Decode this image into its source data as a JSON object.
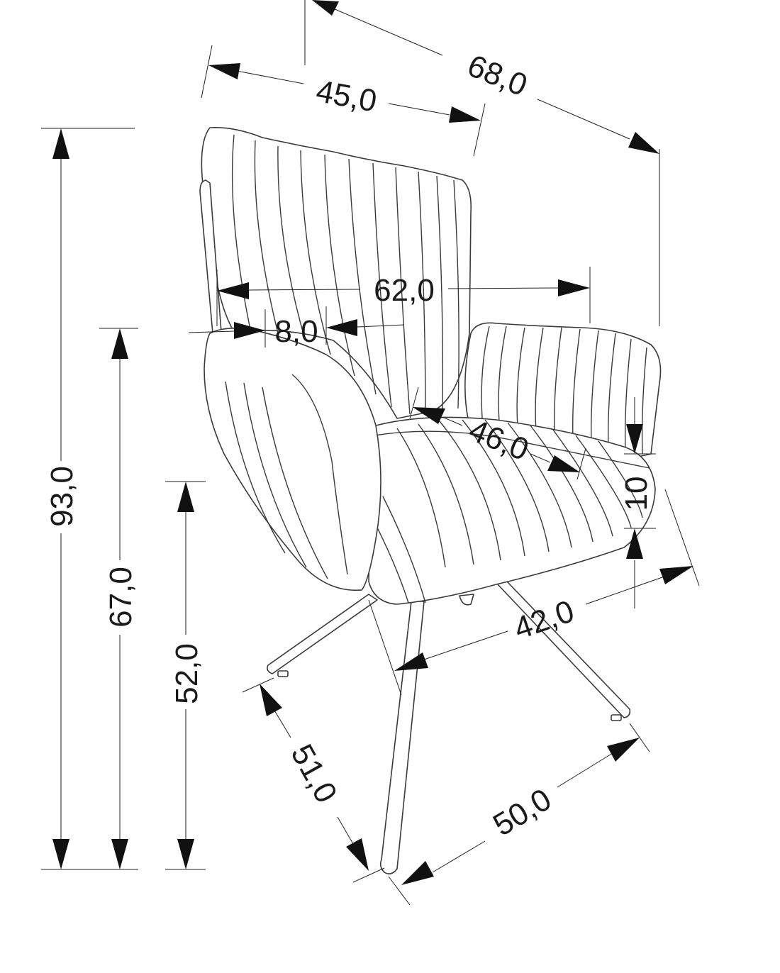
{
  "dimensions": {
    "total_height": "93,0",
    "armrest_height": "67,0",
    "seat_height": "52,0",
    "backrest_width": "45,0",
    "total_depth": "68,0",
    "total_width": "62,0",
    "armrest_width": "8,0",
    "seat_depth": "46,0",
    "seat_thickness": "10",
    "seat_width": "42,0",
    "base_depth": "51,0",
    "base_width": "50,0"
  },
  "colors": {
    "line": "#3a3a3a",
    "dimension": "#111111"
  }
}
